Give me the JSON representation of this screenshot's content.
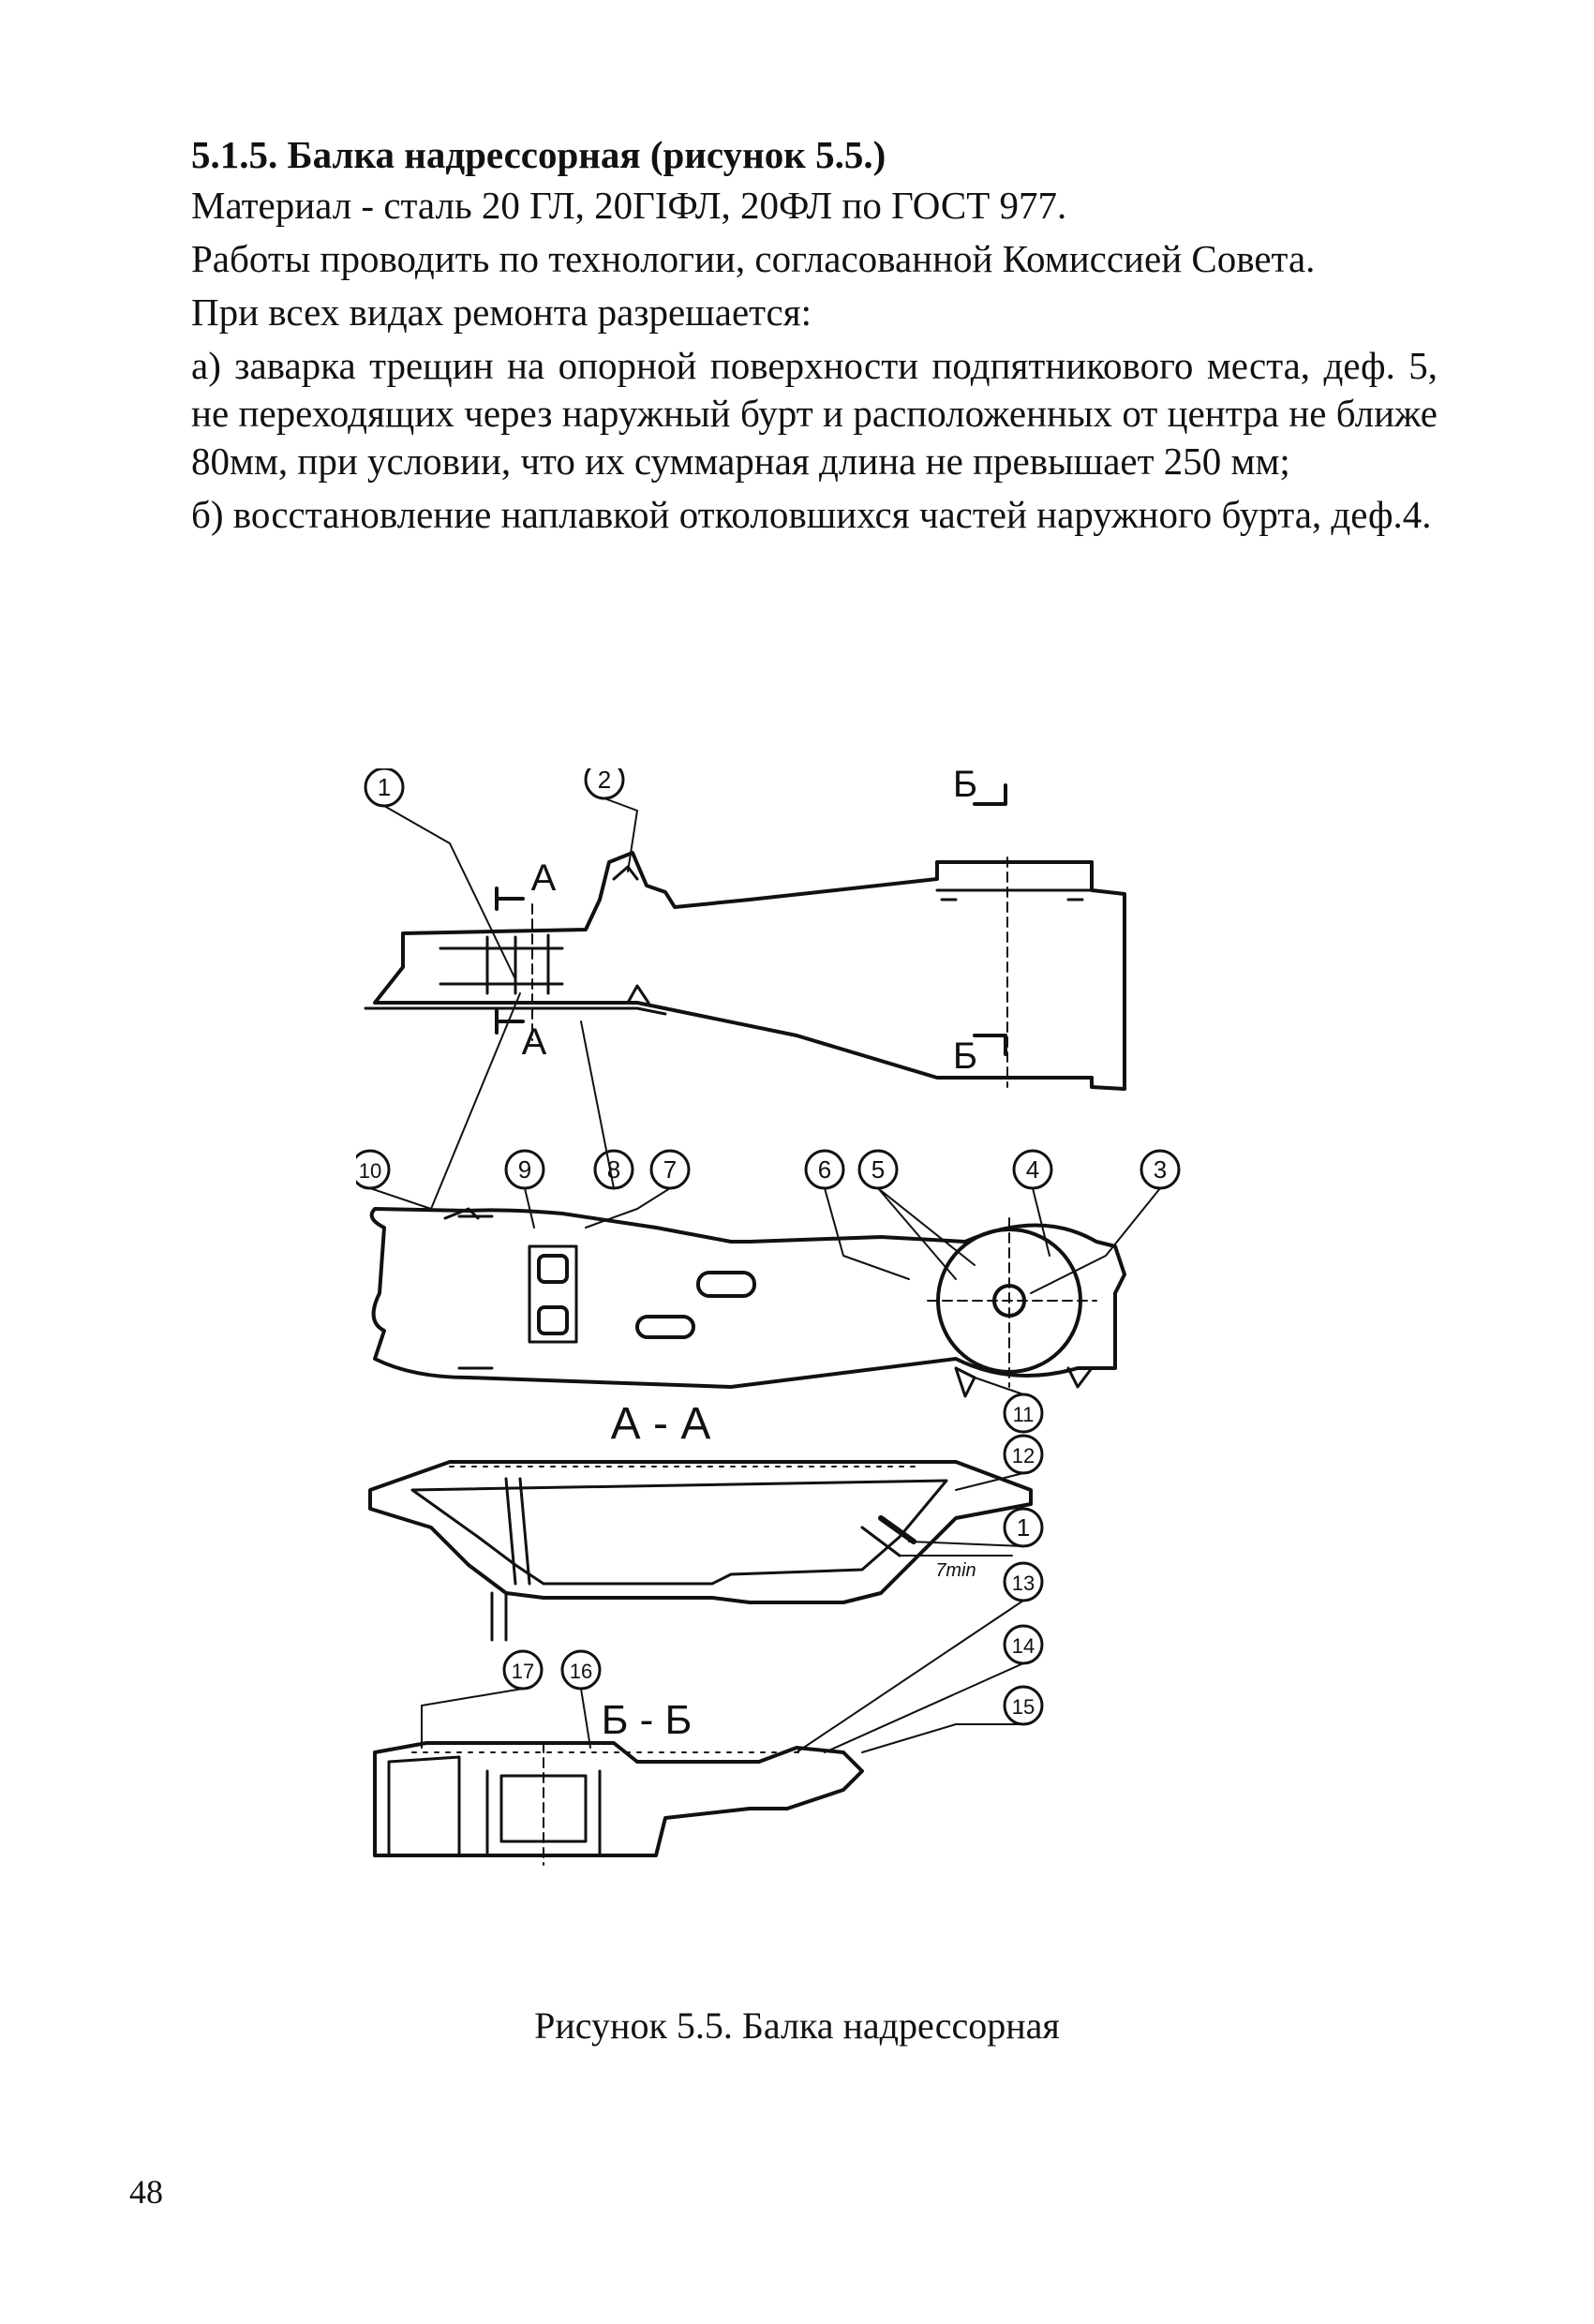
{
  "section": {
    "heading": "5.1.5. Балка надрессорная (рисунок 5.5.)",
    "paragraphs": [
      "Материал - сталь 20 ГЛ, 20ГIФЛ, 20ФЛ по ГОСТ 977.",
      "Работы проводить по технологии, согласованной Комиссией Совета.",
      "При всех видах ремонта разрешается:",
      "а) заварка трещин на опорной поверхности подпятникового места, деф. 5, не переходящих через наружный бурт и расположенных от центра не ближе 80мм, при условии, что их суммарная длина не превышает 250 мм;",
      "б) восстановление наплавкой отколовшихся частей наружного бурта, деф.4."
    ]
  },
  "figure": {
    "section_marks": {
      "a": "А",
      "b": "Б"
    },
    "section_titles": {
      "aa": "А - А",
      "bb": "Б - Б"
    },
    "callouts": [
      "1",
      "2",
      "3",
      "4",
      "5",
      "6",
      "7",
      "8",
      "9",
      "10",
      "11",
      "12",
      "1",
      "13",
      "14",
      "15",
      "16",
      "17"
    ],
    "dimension_label": "7min",
    "caption": "Рисунок 5.5. Балка надрессорная"
  },
  "page": {
    "number": "48"
  }
}
